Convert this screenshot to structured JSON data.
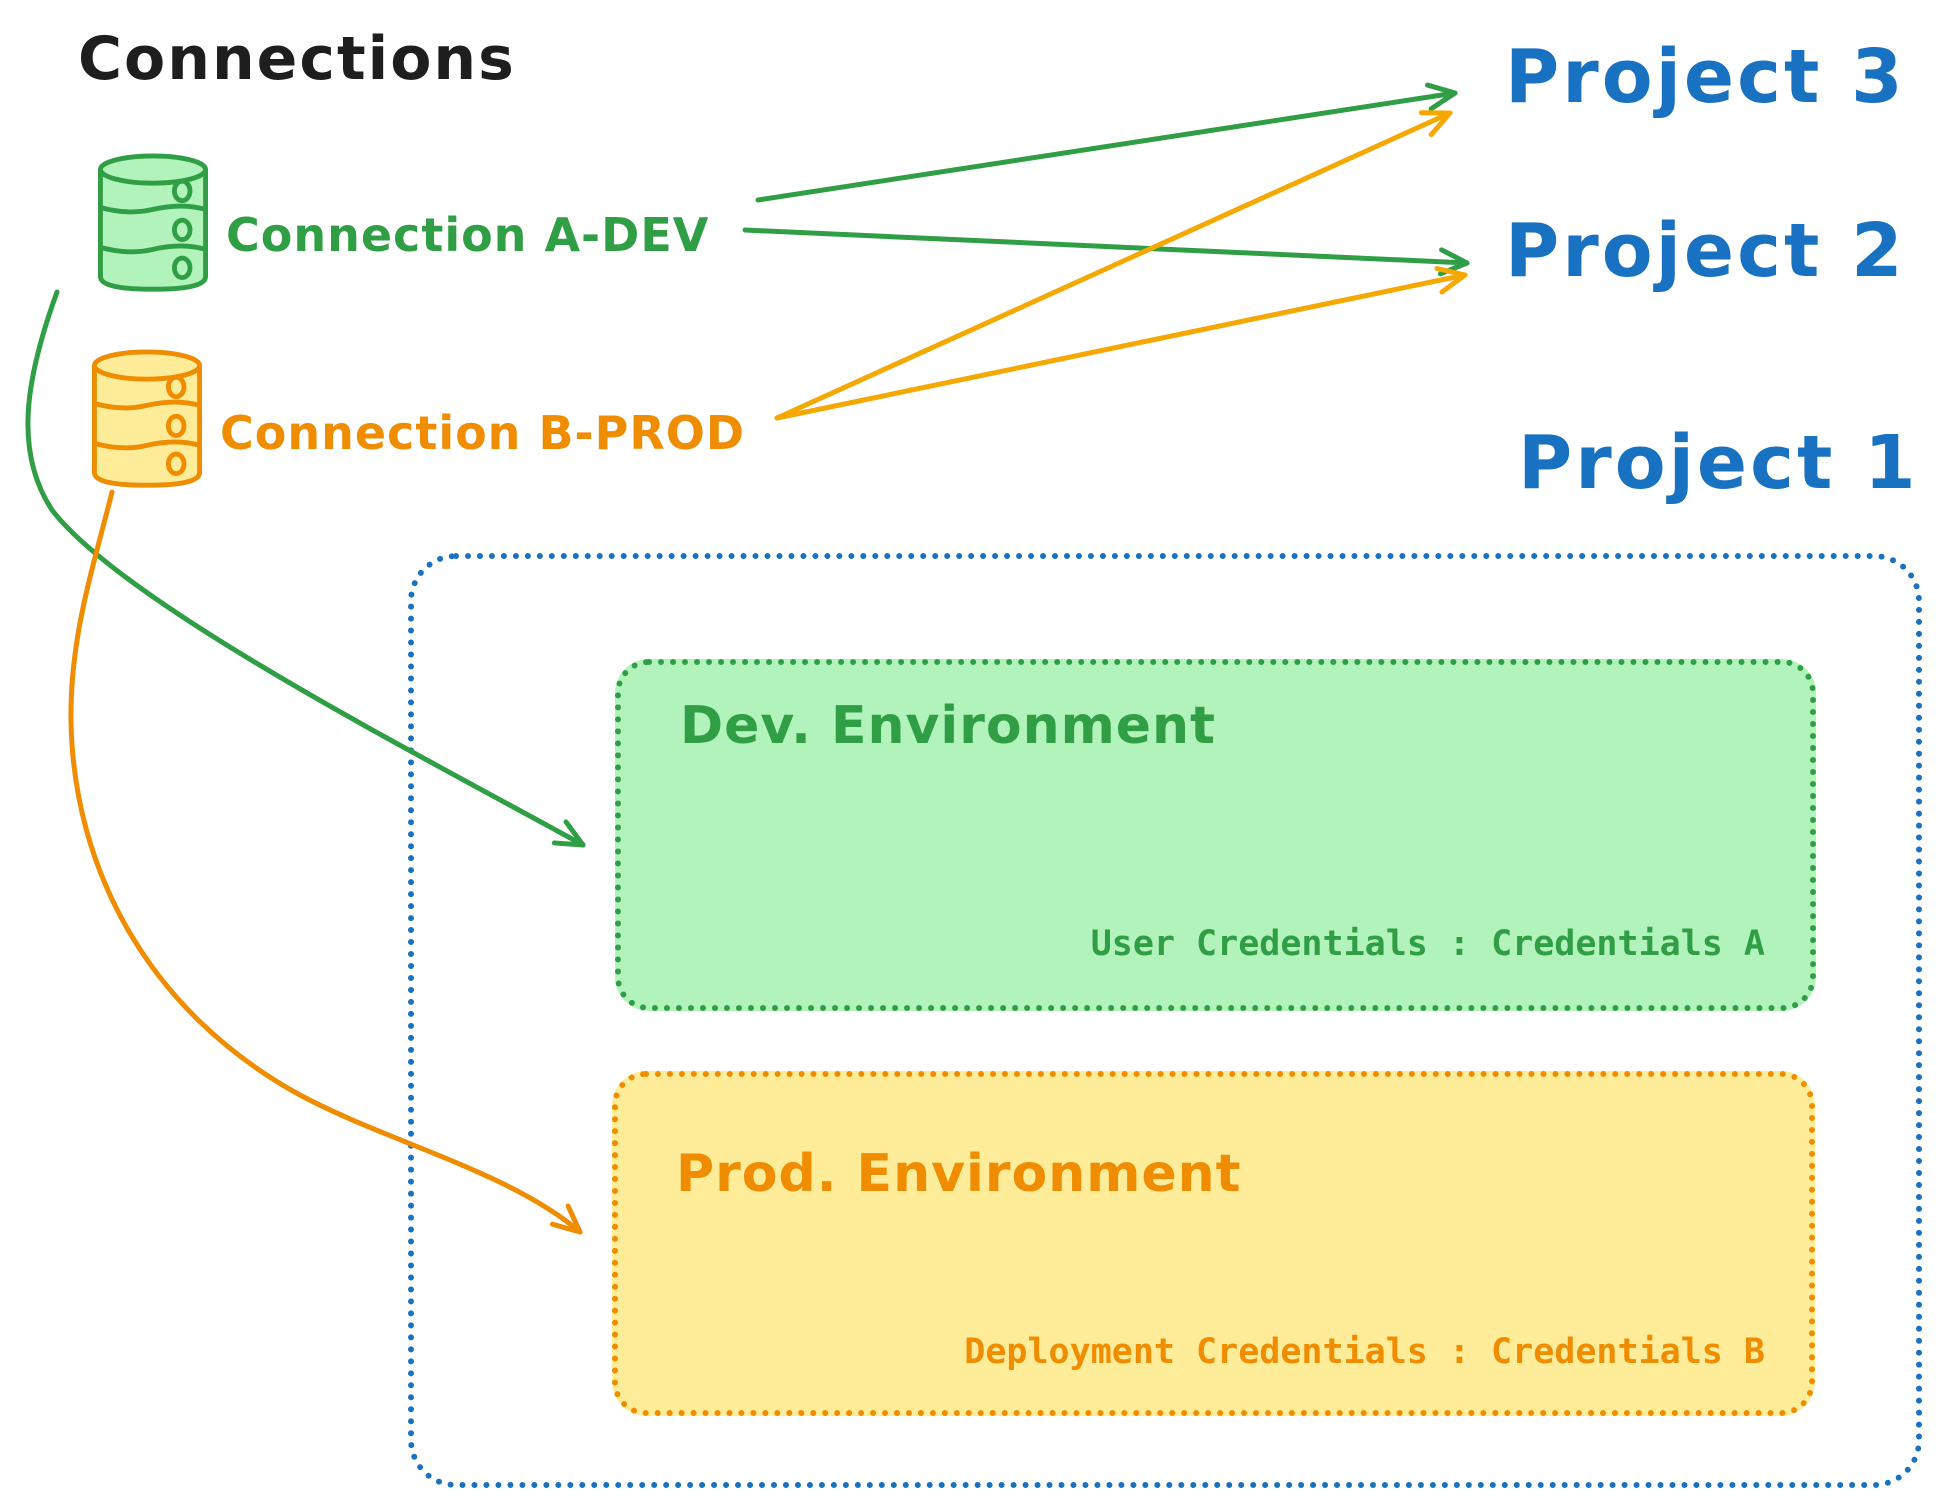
{
  "title": "Connections",
  "connections": [
    {
      "name": "Connection A-DEV",
      "icon": "database-icon",
      "color": "#2f9e44"
    },
    {
      "name": "Connection B-PROD",
      "icon": "database-icon",
      "color": "#ef8c00"
    }
  ],
  "projects": [
    {
      "name": "Project 3"
    },
    {
      "name": "Project 2"
    },
    {
      "name": "Project 1"
    }
  ],
  "links": [
    {
      "from": "Connection A-DEV",
      "to": "Project 3",
      "style": "straight-arrow"
    },
    {
      "from": "Connection A-DEV",
      "to": "Project 2",
      "style": "straight-arrow"
    },
    {
      "from": "Connection B-PROD",
      "to": "Project 3",
      "style": "straight-arrow"
    },
    {
      "from": "Connection B-PROD",
      "to": "Project 2",
      "style": "straight-arrow"
    },
    {
      "from": "Connection A-DEV",
      "to": "Dev. Environment",
      "style": "curved-arrow"
    },
    {
      "from": "Connection B-PROD",
      "to": "Prod. Environment",
      "style": "curved-arrow"
    }
  ],
  "project1": {
    "environments": [
      {
        "title": "Dev. Environment",
        "credentials": "User Credentials : Credentials A"
      },
      {
        "title": "Prod. Environment",
        "credentials": "Deployment Credentials : Credentials B"
      }
    ]
  },
  "colors": {
    "text_black": "#1e1e1e",
    "green": "#2f9e44",
    "green_fill": "#b2f2bb",
    "orange": "#ef8c00",
    "orange_fill": "#ffec99",
    "orange_arrow": "#f4a800",
    "blue": "#1971c2"
  }
}
